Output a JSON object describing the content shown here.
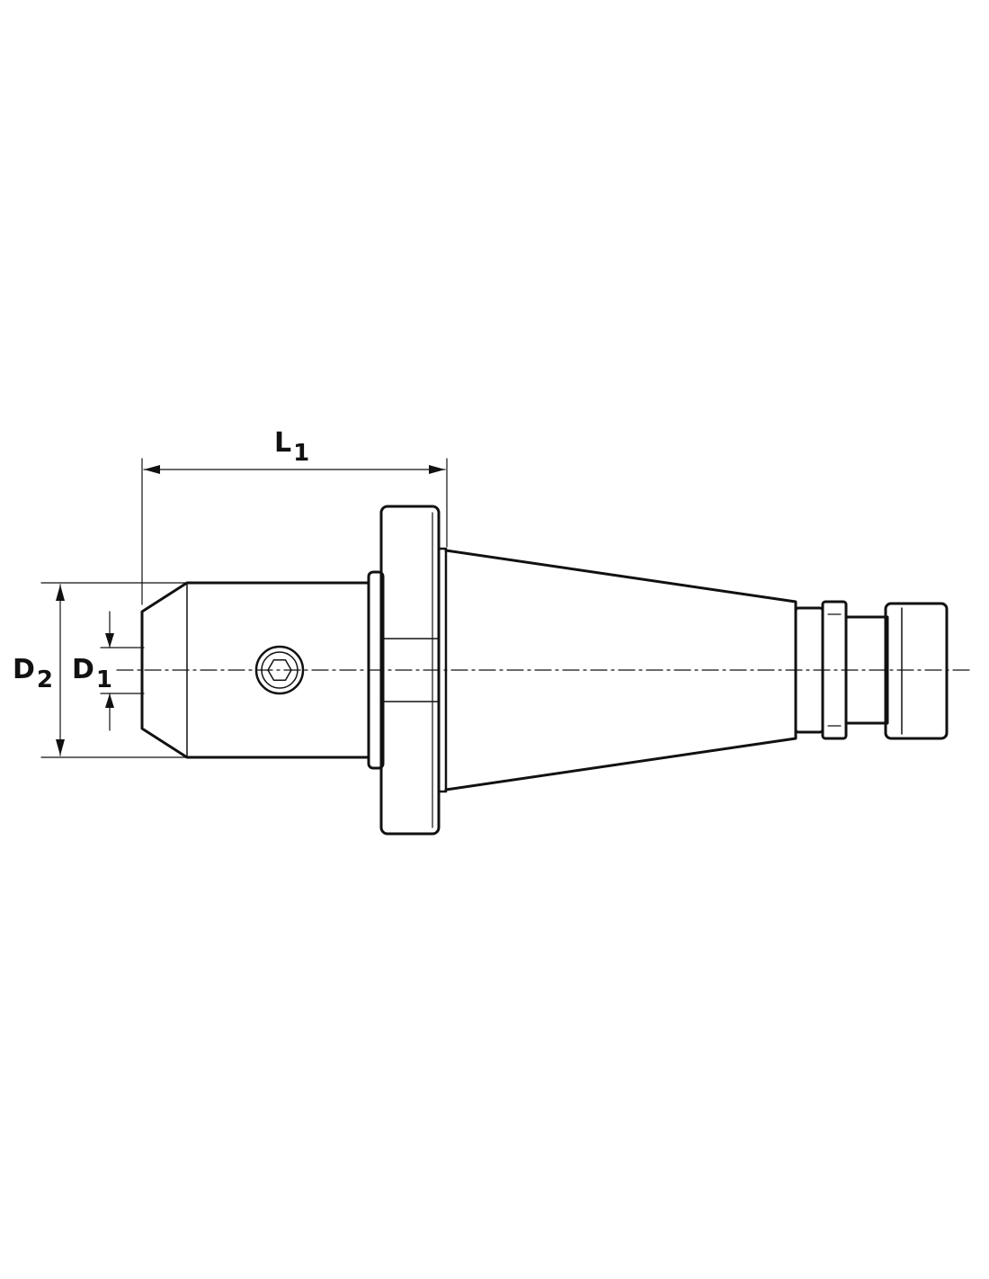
{
  "diagram": {
    "colors": {
      "outline": "#111111",
      "background": "#ffffff"
    },
    "dimensions": {
      "l1": {
        "letter": "L",
        "subscript": "1"
      },
      "d2": {
        "letter": "D",
        "subscript": "2"
      },
      "d1": {
        "letter": "D",
        "subscript": "1"
      }
    }
  }
}
